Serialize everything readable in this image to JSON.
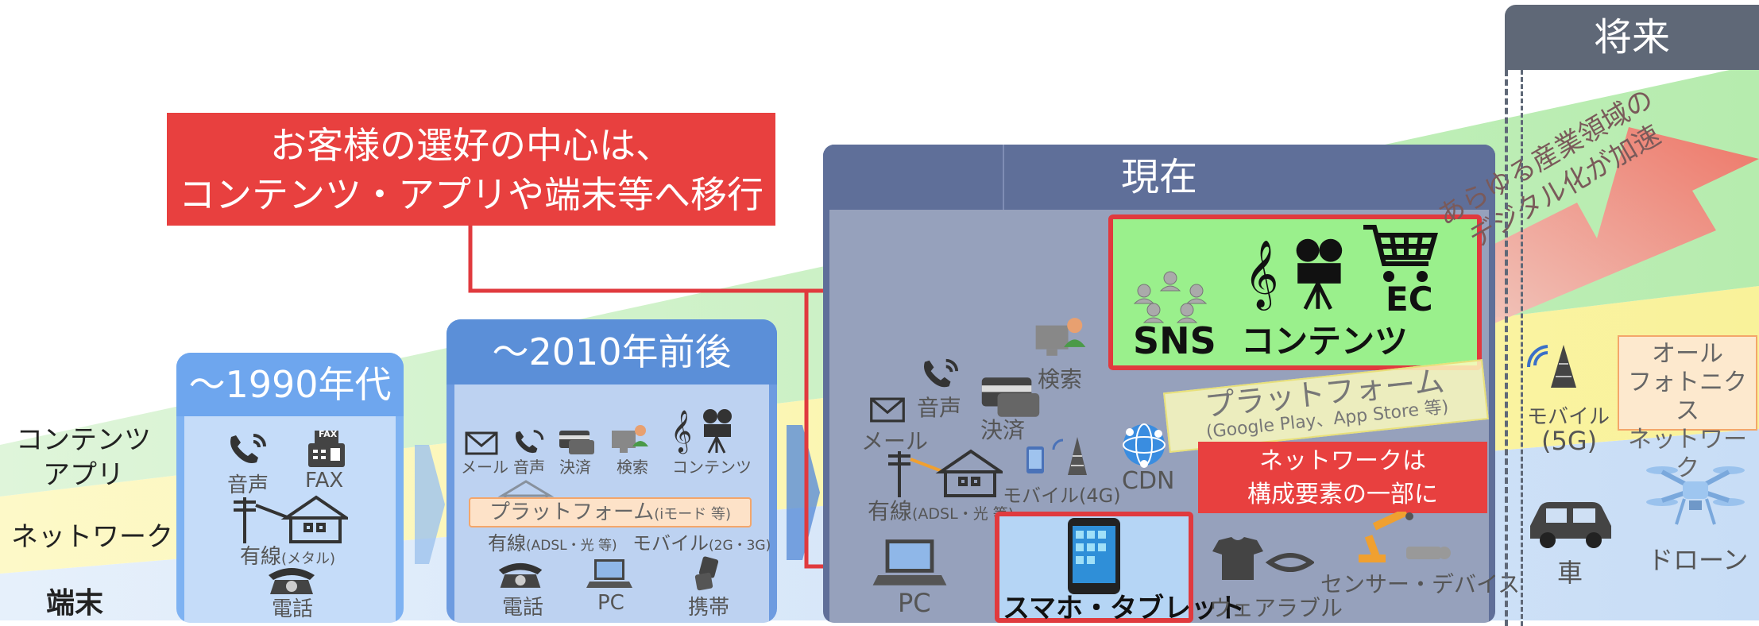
{
  "row_labels": {
    "contents_app_line1": "コンテンツ",
    "contents_app_line2": "アプリ",
    "network": "ネットワーク",
    "terminal": "端末"
  },
  "callout": {
    "line1": "お客様の選好の中心は、",
    "line2": "コンテンツ・アプリや端末等へ移行"
  },
  "era_1990": {
    "title": "～1990年代",
    "voice": "音声",
    "fax": "FAX",
    "fax_badge": "FAX",
    "wired": "有線",
    "wired_sub": "(メタル)",
    "phone": "電話"
  },
  "era_2010": {
    "title": "～2010年前後",
    "mail": "メール",
    "voice": "音声",
    "payment": "決済",
    "search": "検索",
    "contents": "コンテンツ",
    "platform": "プラットフォーム",
    "platform_sub": "(iモード 等)",
    "wired": "有線",
    "wired_sub": "(ADSL・光 等)",
    "mobile": "モバイル",
    "mobile_sub": "(2G・3G)",
    "phone": "電話",
    "pc": "PC",
    "feature_phone": "携帯"
  },
  "era_now": {
    "title": "現在",
    "voice": "音声",
    "mail": "メール",
    "payment": "決済",
    "search": "検索",
    "sns": "SNS",
    "contents": "コンテンツ",
    "ec": "EC",
    "platform": "プラットフォーム",
    "platform_sub": "(Google Play、App Store 等)",
    "wired": "有線",
    "wired_sub": "(ADSL・光 等)",
    "mobile": "モバイル(4G)",
    "cdn": "CDN",
    "network_note_line1": "ネットワークは",
    "network_note_line2": "構成要素の一部に",
    "pc": "PC",
    "smartphone": "スマホ・タブレット",
    "wearable": "ウェアラブル",
    "sensor": "センサー・デバイス"
  },
  "digital_arrow": {
    "line1": "あらゆる産業領域の",
    "line2": "デジタル化が加速"
  },
  "era_future": {
    "title": "将来",
    "mobile": "モバイル",
    "mobile_sub": "(5G)",
    "photonics_line1": "オール",
    "photonics_line2": "フォトニクス",
    "photonics_line3": "ネットワーク",
    "car": "車",
    "drone": "ドローン"
  },
  "colors": {
    "contents_band": "#c9f0c4",
    "network_band": "#fbf5a8",
    "terminal_band": "#d6e6f8",
    "era1990_head": "#6ea6ee",
    "era2010_head": "#5b8fd8",
    "now_head": "#5f6f99",
    "future_head": "#5f6877",
    "accent_red": "#e03a3e"
  }
}
